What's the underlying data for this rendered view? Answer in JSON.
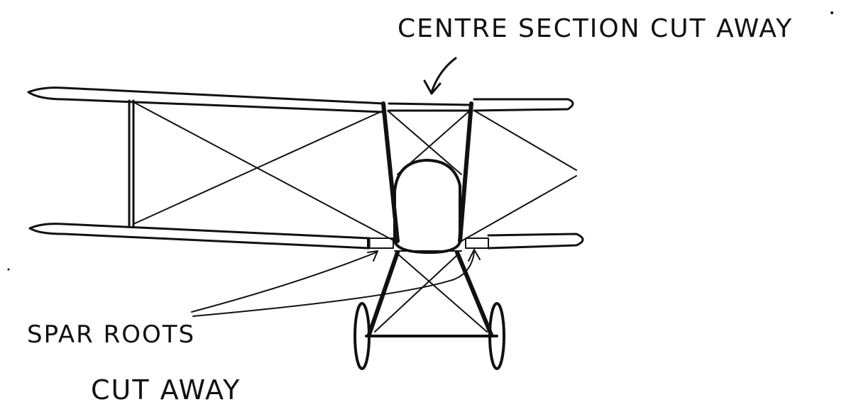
{
  "labels": {
    "centre_section": "CENTRE SECTION CUT AWAY",
    "spar_roots_line1": "SPAR ROOTS",
    "spar_roots_line2": "CUT AWAY"
  },
  "colors": {
    "ink": "#111111",
    "paper": "#ffffff"
  }
}
